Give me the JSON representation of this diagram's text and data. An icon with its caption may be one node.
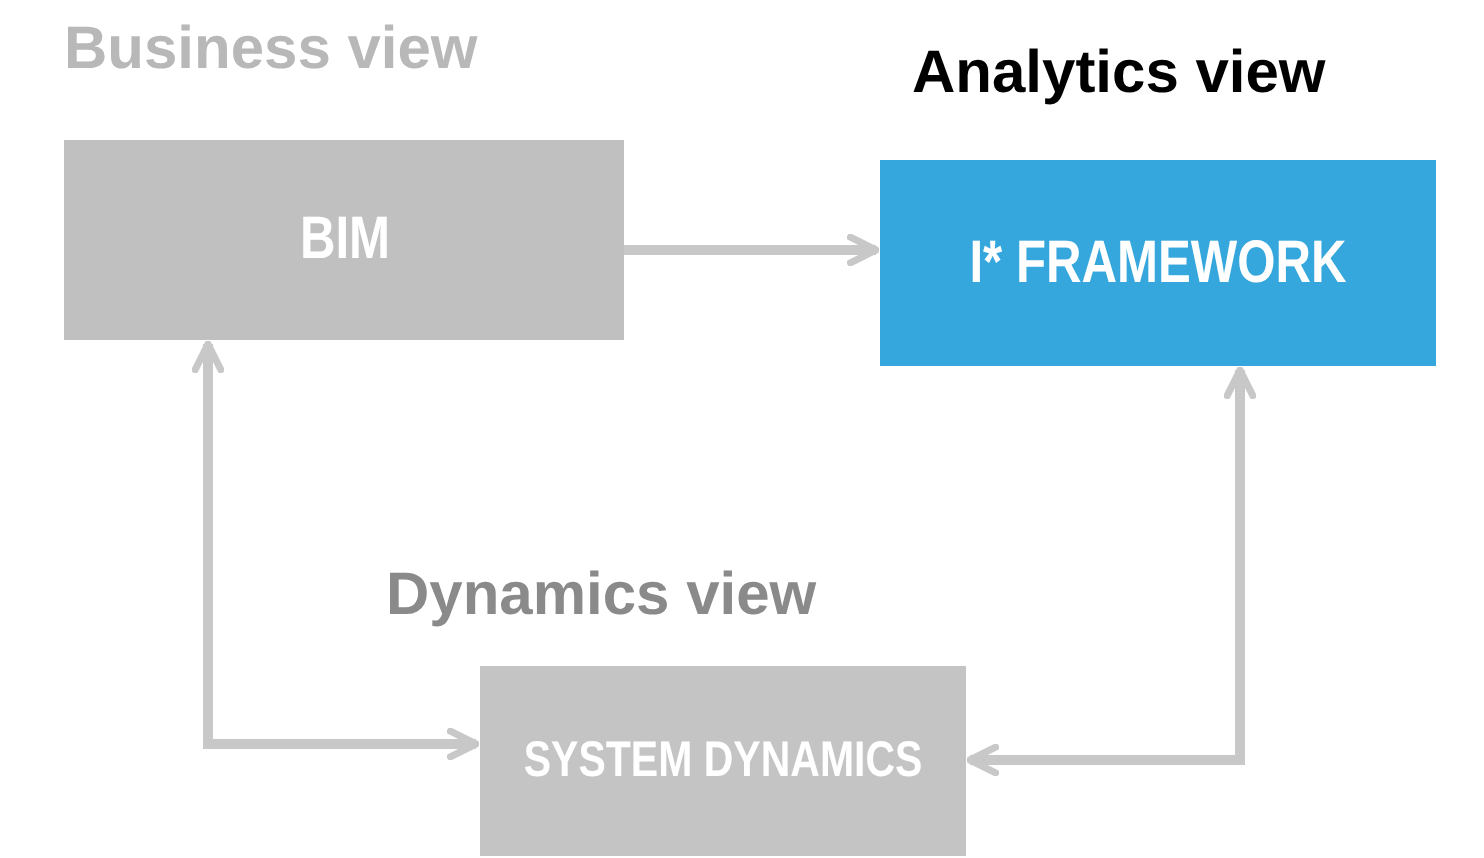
{
  "diagram": {
    "nodes": [
      {
        "text": [
          "Business view",
          "BIM"
        ]
      },
      {
        "text": [
          "Analytics view",
          "I* FRAMEWORK"
        ]
      },
      {
        "text": [
          "Dynamics view",
          "SYSTEM DYNAMICS"
        ]
      }
    ],
    "edges": [
      {
        "from": 0,
        "to": 1,
        "arrow": "to"
      },
      {
        "from": 0,
        "to": 2,
        "arrow": "both"
      },
      {
        "from": 2,
        "to": 1,
        "arrow": "both"
      }
    ]
  }
}
